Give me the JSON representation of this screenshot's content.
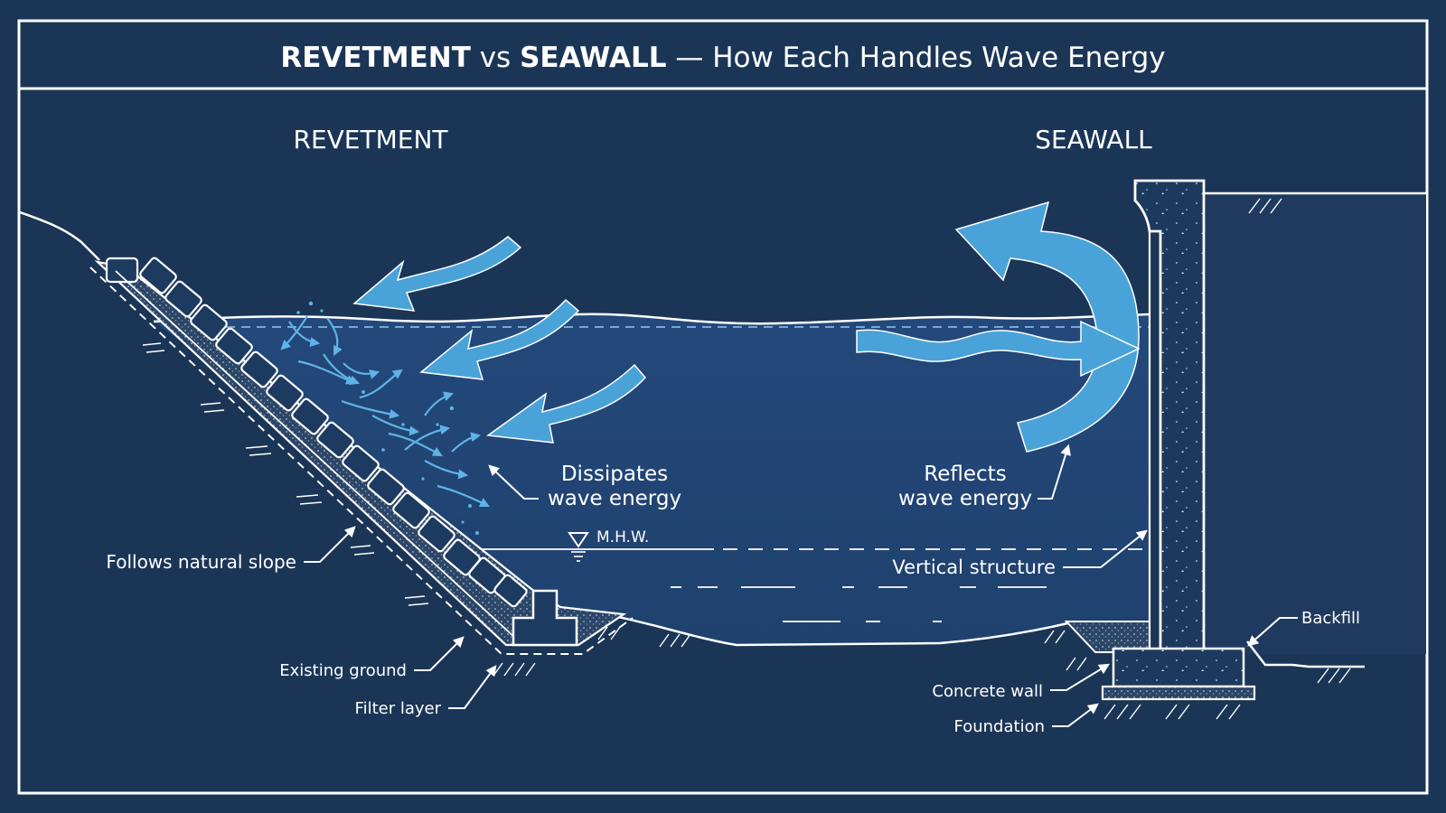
{
  "title": {
    "part1": "REVETMENT",
    "part2": " vs ",
    "part3": "SEAWALL",
    "part4": " — How Each Handles Wave Energy"
  },
  "revetment": {
    "heading": "REVETMENT",
    "dissipates_line1": "Dissipates",
    "dissipates_line2": "wave energy",
    "follows_slope": "Follows natural slope",
    "existing_ground": "Existing ground",
    "filter_layer": "Filter layer"
  },
  "seawall": {
    "heading": "SEAWALL",
    "reflects_line1": "Reflects",
    "reflects_line2": "wave energy",
    "vertical_structure": "Vertical structure",
    "backfill": "Backfill",
    "concrete_wall": "Concrete wall",
    "foundation": "Foundation"
  },
  "water": {
    "mhw": "M.H.W."
  },
  "colors": {
    "background": "#1b3556",
    "water": "#244a7a",
    "line": "#ffffff",
    "arrow": "#4aa3d8",
    "fill_dots": "#2a4466"
  }
}
